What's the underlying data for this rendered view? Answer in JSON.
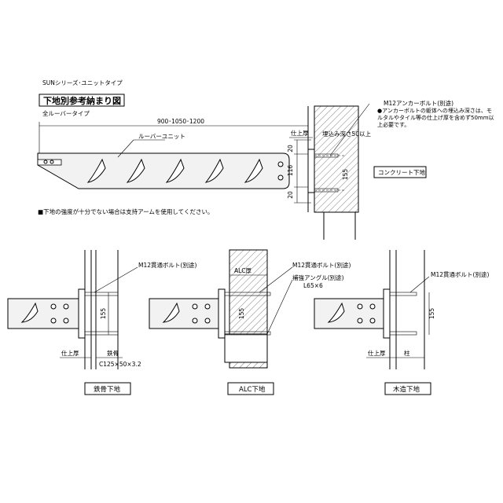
{
  "header": {
    "series": "SUNシリーズ･ユニットタイプ",
    "title": "下地別参考納まり図",
    "type": "全ルーバータイプ"
  },
  "main_detail": {
    "width_dim": "900･1050･1200",
    "louver_unit": "ルーバーユニット",
    "finish_thickness": "仕上厚",
    "embed_depth": "埋込み深さ50以上",
    "dim_20_top": "20",
    "dim_116": "116",
    "dim_20_bottom": "20",
    "dim_155": "155",
    "anchor_bolt": "M12アンカーボルト(別途)",
    "anchor_note": "●アンカーボルトの躯体への埋込み深さは、モルタルやタイル等の仕上げ厚を含めず50mm以上必要です。",
    "concrete": "コンクリート下地",
    "warning": "■下地の強度が十分でない場合は支持アームを使用してください。"
  },
  "steel_detail": {
    "bolt": "M12貫通ボルト(別途)",
    "dim_155": "155",
    "finish_thickness": "仕上厚",
    "steel_frame": "鉄骨",
    "channel": "C125×50×3.2",
    "label": "鉄骨下地"
  },
  "alc_detail": {
    "bolt": "M12貫通ボルト(別途)",
    "alc_thickness": "ALC厚",
    "angle": "補強アングル(別途)",
    "angle_size": "L65×6",
    "dim_155": "155",
    "label": "ALC下地"
  },
  "wood_detail": {
    "bolt": "M12貫通ボルト(別途)",
    "dim_155": "155",
    "finish_thickness": "仕上厚",
    "column": "柱",
    "label": "木造下地"
  }
}
